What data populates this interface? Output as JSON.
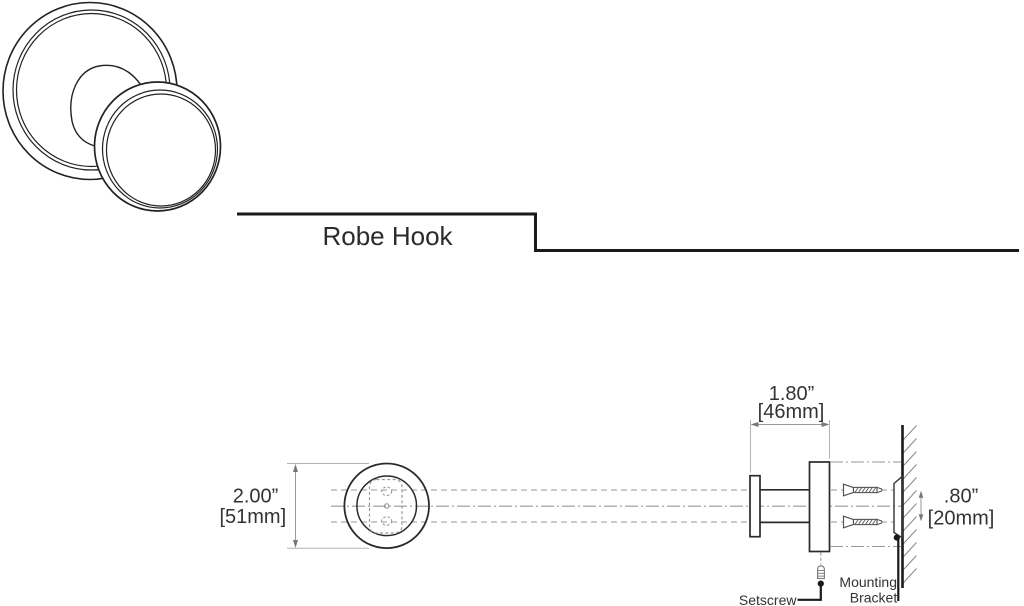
{
  "title": {
    "label": "Robe Hook"
  },
  "colors": {
    "outline": "#222222",
    "construction_line": "#999999",
    "dimension_text": "#333333",
    "leader_line": "#1a1a1a",
    "background": "#ffffff"
  },
  "front_view": {
    "diameter_dim": {
      "inches": "2.00”",
      "mm": "[51mm]"
    }
  },
  "side_view": {
    "depth_dim": {
      "inches": "1.80”",
      "mm": "[46mm]"
    },
    "screw_spacing_dim": {
      "inches": ".80”",
      "mm": "[20mm]"
    },
    "setscrew_label": "Setscrew",
    "mounting_bracket_label_line1": "Mounting",
    "mounting_bracket_label_line2": "Bracket"
  }
}
